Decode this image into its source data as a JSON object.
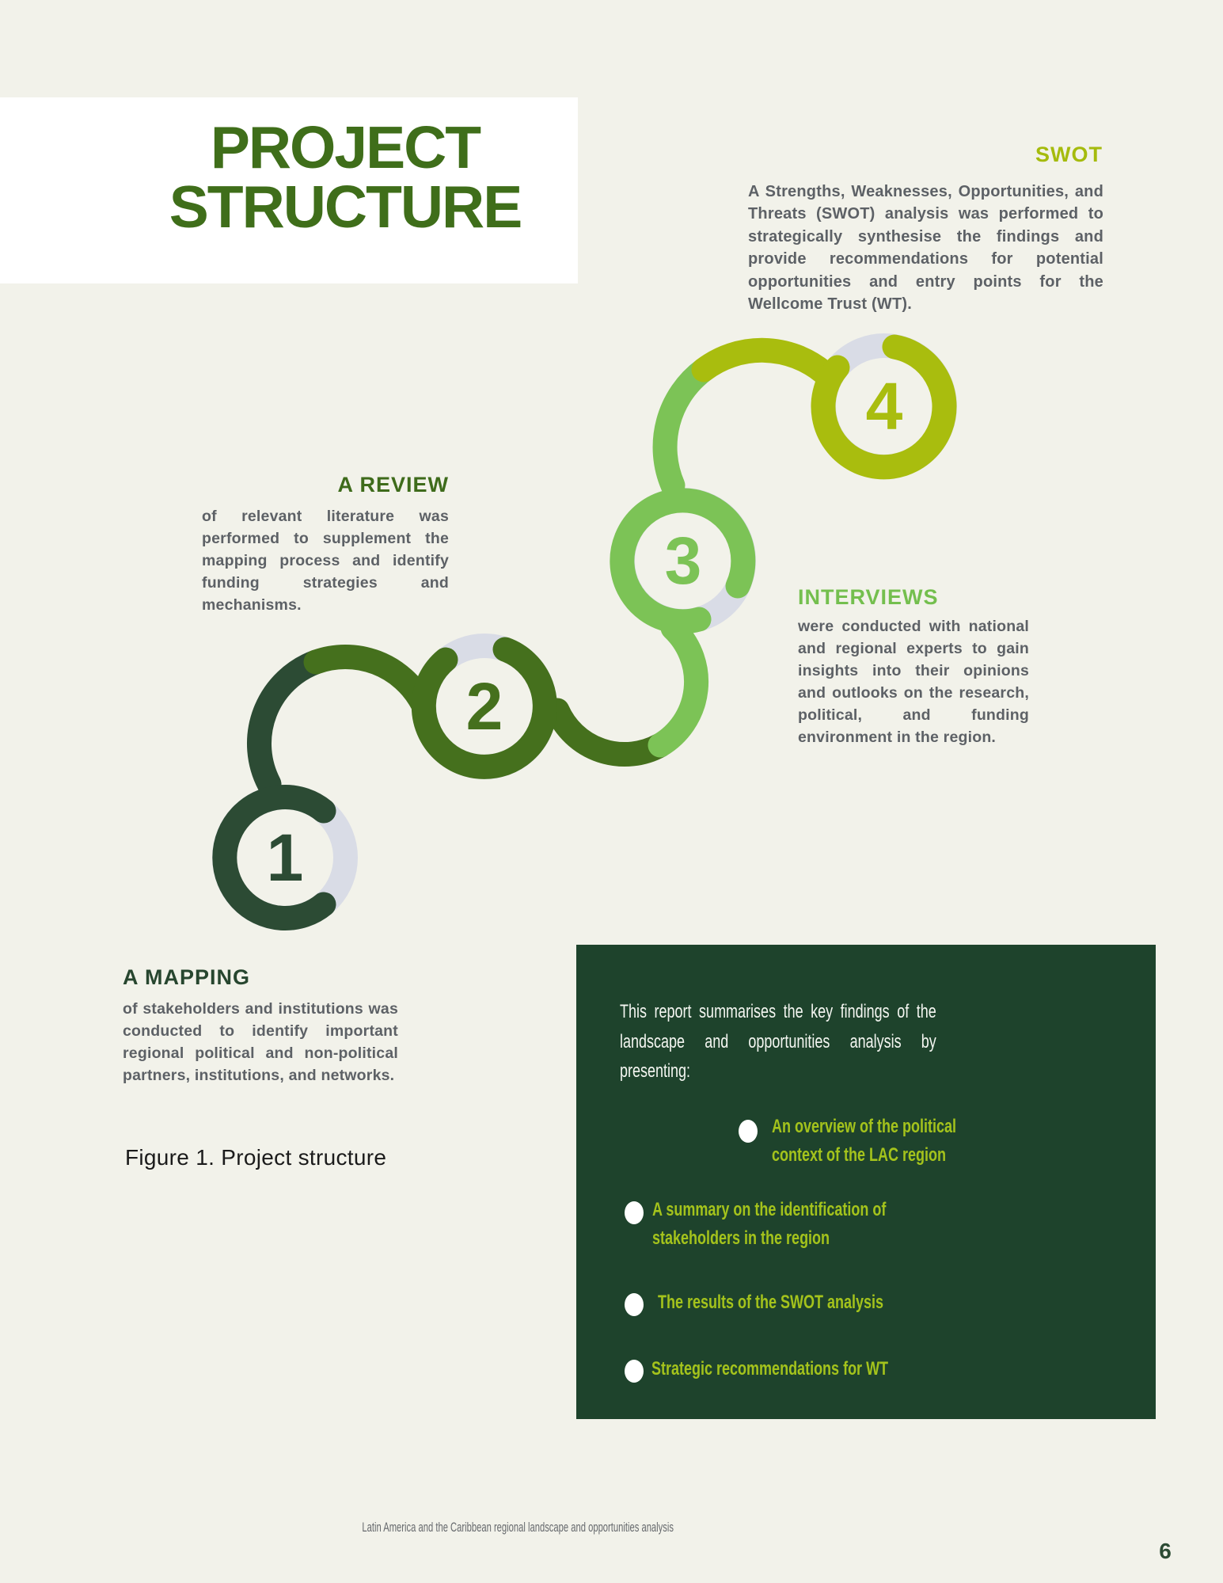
{
  "colors": {
    "bg": "#f2f2ea",
    "panel": "#ffffff",
    "title_green": "#3f6e1a",
    "heading_mapping": "#27462f",
    "heading_review": "#3e6b1b",
    "heading_interviews": "#74bf4e",
    "heading_swot": "#a5bb0d",
    "body_text": "#5d6166",
    "caption": "#1b1b1b",
    "ring1": "#2c4b34",
    "ring2": "#45701d",
    "ring3": "#7cc356",
    "ring4": "#a9bd0e",
    "track": "#d9dce6",
    "box_bg": "#1e432c",
    "box_text": "#f4f6f1",
    "bullet_text": "#a4c31c",
    "bullet_dot": "#ffffff",
    "footer_text": "#66696d",
    "page_number": "#2c4b34"
  },
  "title": {
    "line1": "PROJECT",
    "line2": "STRUCTURE"
  },
  "steps": [
    {
      "number": "1",
      "heading": "A MAPPING",
      "body": "of stakeholders and institutions was conducted to identify important regional political and non-political partners, institutions, and networks."
    },
    {
      "number": "2",
      "heading": "A REVIEW",
      "body": "of relevant literature was performed to supplement the mapping process and identify funding strategies and mechanisms."
    },
    {
      "number": "3",
      "heading": "INTERVIEWS",
      "body": "were conducted with national and regional experts to gain insights into their opinions and outlooks on the research, political, and funding environment in the region."
    },
    {
      "number": "4",
      "heading": "SWOT",
      "body": "A Strengths, Weaknesses, Opportunities, and Threats (SWOT) analysis was performed to strategically synthesise the findings and provide recommendations for potential opportunities and entry points for the Wellcome Trust (WT)."
    }
  ],
  "figure": {
    "caption": "Figure 1. Project structure"
  },
  "summary_box": {
    "intro": "This report summarises the key findings of the landscape and opportunities analysis by presenting:",
    "bullets": [
      {
        "text": "An overview of the political context of the LAC region"
      },
      {
        "text": "A summary on the identification of stakeholders in the region"
      },
      {
        "text": "The results of the SWOT analysis"
      },
      {
        "text": "Strategic recommendations for WT"
      }
    ]
  },
  "footer": {
    "text": "Latin America and the Caribbean regional landscape and opportunities analysis",
    "page_number": "6"
  }
}
